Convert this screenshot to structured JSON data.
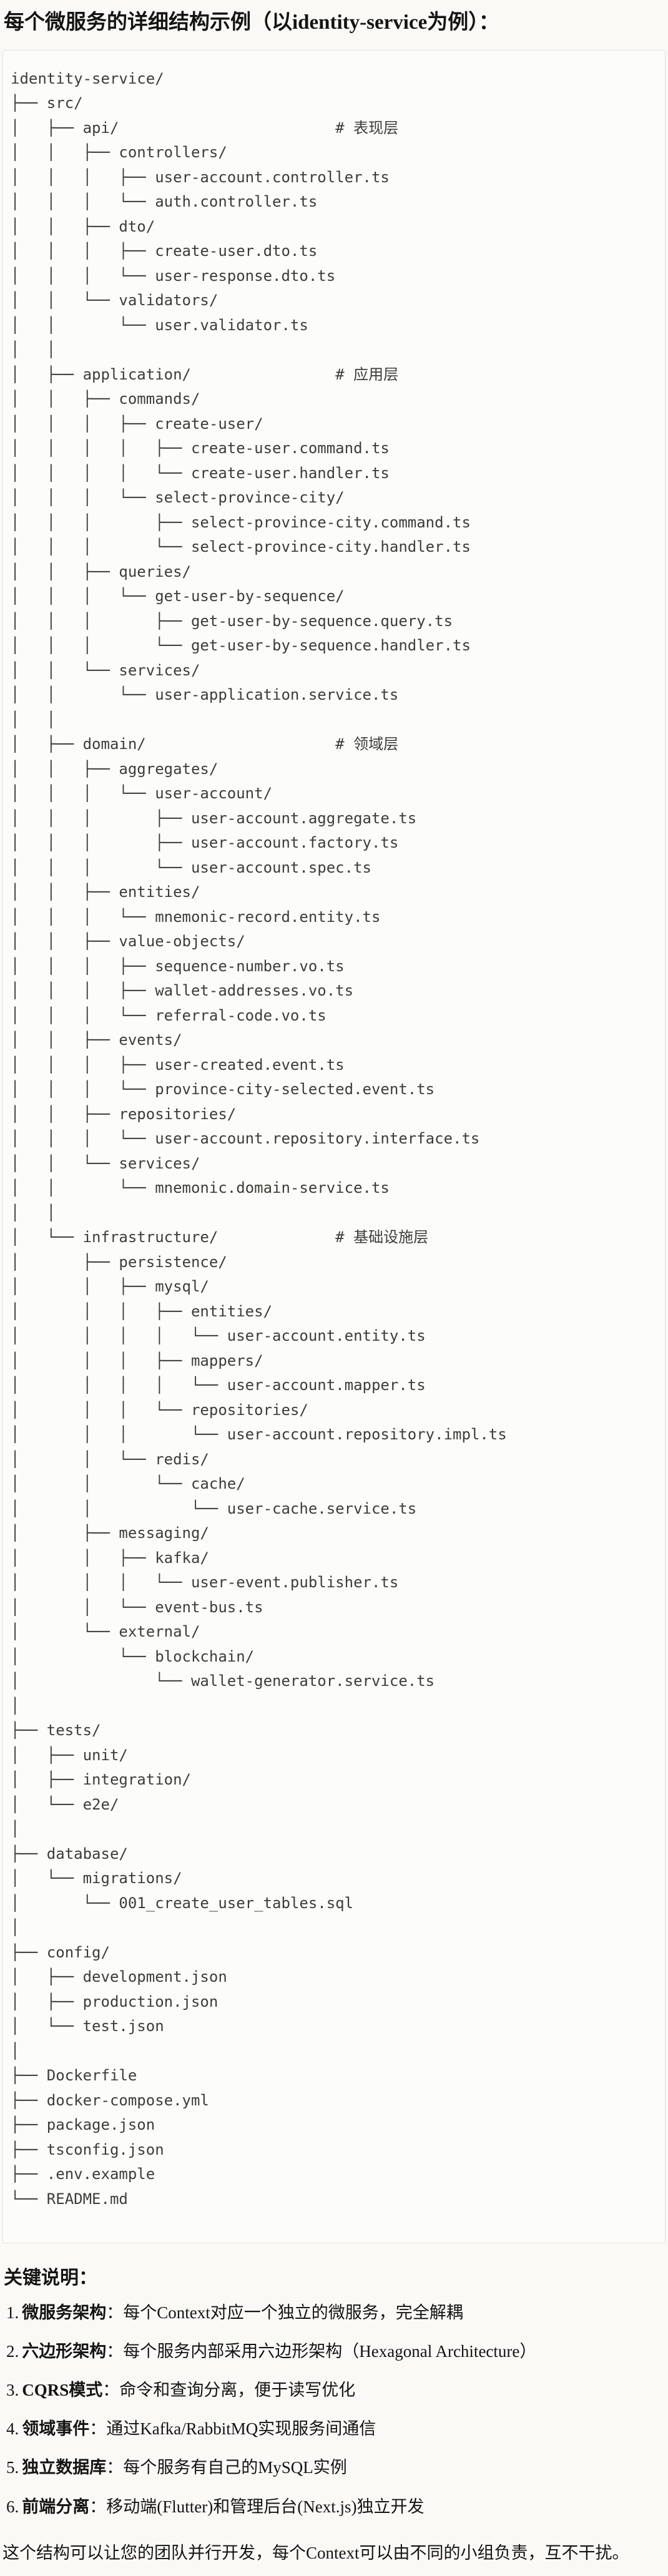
{
  "page": {
    "title": "每个微服务的详细结构示例（以identity-service为例）："
  },
  "code_block": {
    "language": "plaintext",
    "lines": [
      "identity-service/",
      "├── src/",
      "│   ├── api/                        # 表现层",
      "│   │   ├── controllers/",
      "│   │   │   ├── user-account.controller.ts",
      "│   │   │   └── auth.controller.ts",
      "│   │   ├── dto/",
      "│   │   │   ├── create-user.dto.ts",
      "│   │   │   └── user-response.dto.ts",
      "│   │   └── validators/",
      "│   │       └── user.validator.ts",
      "│   │",
      "│   ├── application/                # 应用层",
      "│   │   ├── commands/",
      "│   │   │   ├── create-user/",
      "│   │   │   │   ├── create-user.command.ts",
      "│   │   │   │   └── create-user.handler.ts",
      "│   │   │   └── select-province-city/",
      "│   │   │       ├── select-province-city.command.ts",
      "│   │   │       └── select-province-city.handler.ts",
      "│   │   ├── queries/",
      "│   │   │   └── get-user-by-sequence/",
      "│   │   │       ├── get-user-by-sequence.query.ts",
      "│   │   │       └── get-user-by-sequence.handler.ts",
      "│   │   └── services/",
      "│   │       └── user-application.service.ts",
      "│   │",
      "│   ├── domain/                     # 领域层",
      "│   │   ├── aggregates/",
      "│   │   │   └── user-account/",
      "│   │   │       ├── user-account.aggregate.ts",
      "│   │   │       ├── user-account.factory.ts",
      "│   │   │       └── user-account.spec.ts",
      "│   │   ├── entities/",
      "│   │   │   └── mnemonic-record.entity.ts",
      "│   │   ├── value-objects/",
      "│   │   │   ├── sequence-number.vo.ts",
      "│   │   │   ├── wallet-addresses.vo.ts",
      "│   │   │   └── referral-code.vo.ts",
      "│   │   ├── events/",
      "│   │   │   ├── user-created.event.ts",
      "│   │   │   └── province-city-selected.event.ts",
      "│   │   ├── repositories/",
      "│   │   │   └── user-account.repository.interface.ts",
      "│   │   └── services/",
      "│   │       └── mnemonic.domain-service.ts",
      "│   │",
      "│   └── infrastructure/             # 基础设施层",
      "│       ├── persistence/",
      "│       │   ├── mysql/",
      "│       │   │   ├── entities/",
      "│       │   │   │   └── user-account.entity.ts",
      "│       │   │   ├── mappers/",
      "│       │   │   │   └── user-account.mapper.ts",
      "│       │   │   └── repositories/",
      "│       │   │       └── user-account.repository.impl.ts",
      "│       │   └── redis/",
      "│       │       └── cache/",
      "│       │           └── user-cache.service.ts",
      "│       ├── messaging/",
      "│       │   ├── kafka/",
      "│       │   │   └── user-event.publisher.ts",
      "│       │   └── event-bus.ts",
      "│       └── external/",
      "│           └── blockchain/",
      "│               └── wallet-generator.service.ts",
      "│",
      "├── tests/",
      "│   ├── unit/",
      "│   ├── integration/",
      "│   └── e2e/",
      "│",
      "├── database/",
      "│   └── migrations/",
      "│       └── 001_create_user_tables.sql",
      "│",
      "├── config/",
      "│   ├── development.json",
      "│   ├── production.json",
      "│   └── test.json",
      "│",
      "├── Dockerfile",
      "├── docker-compose.yml",
      "├── package.json",
      "├── tsconfig.json",
      "├── .env.example",
      "└── README.md"
    ]
  },
  "notes": {
    "heading": "关键说明：",
    "items": [
      {
        "num": "1.",
        "term": "微服务架构",
        "rest": "：每个Context对应一个独立的微服务，完全解耦"
      },
      {
        "num": "2.",
        "term": "六边形架构",
        "rest": "：每个服务内部采用六边形架构（Hexagonal Architecture）"
      },
      {
        "num": "3.",
        "term": "CQRS模式",
        "rest": "：命令和查询分离，便于读写优化"
      },
      {
        "num": "4.",
        "term": "领域事件",
        "rest": "：通过Kafka/RabbitMQ实现服务间通信"
      },
      {
        "num": "5.",
        "term": "独立数据库",
        "rest": "：每个服务有自己的MySQL实例"
      },
      {
        "num": "6.",
        "term": "前端分离",
        "rest": "：移动端(Flutter)和管理后台(Next.js)独立开发"
      }
    ],
    "footer": "这个结构可以让您的团队并行开发，每个Context可以由不同的小组负责，互不干扰。"
  },
  "colors": {
    "page_background": "#FAF9F5",
    "code_background": "#FCFCFA",
    "code_border": "#E3E1DA",
    "code_text": "#3D3D38",
    "body_text": "#141413"
  }
}
